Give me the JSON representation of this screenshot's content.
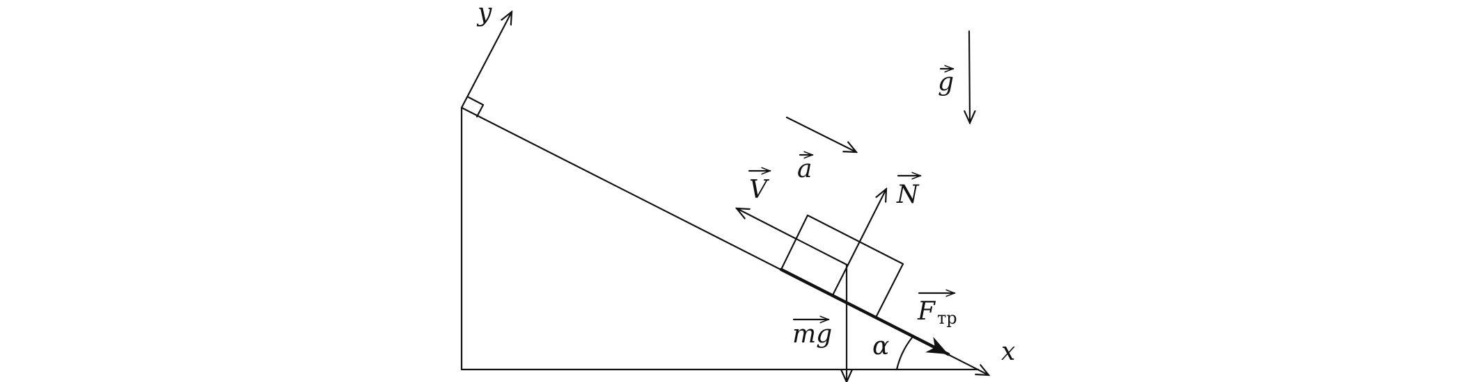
{
  "diagram": {
    "labels": {
      "axis_x": "x",
      "axis_y": "y",
      "gravity": "g",
      "acceleration": "a",
      "velocity": "V",
      "normal": "N",
      "friction": "F",
      "friction_subscript": "тр",
      "weight": "mg",
      "angle": "α"
    },
    "colors": {
      "stroke": "#111111",
      "background": "#ffffff"
    }
  }
}
